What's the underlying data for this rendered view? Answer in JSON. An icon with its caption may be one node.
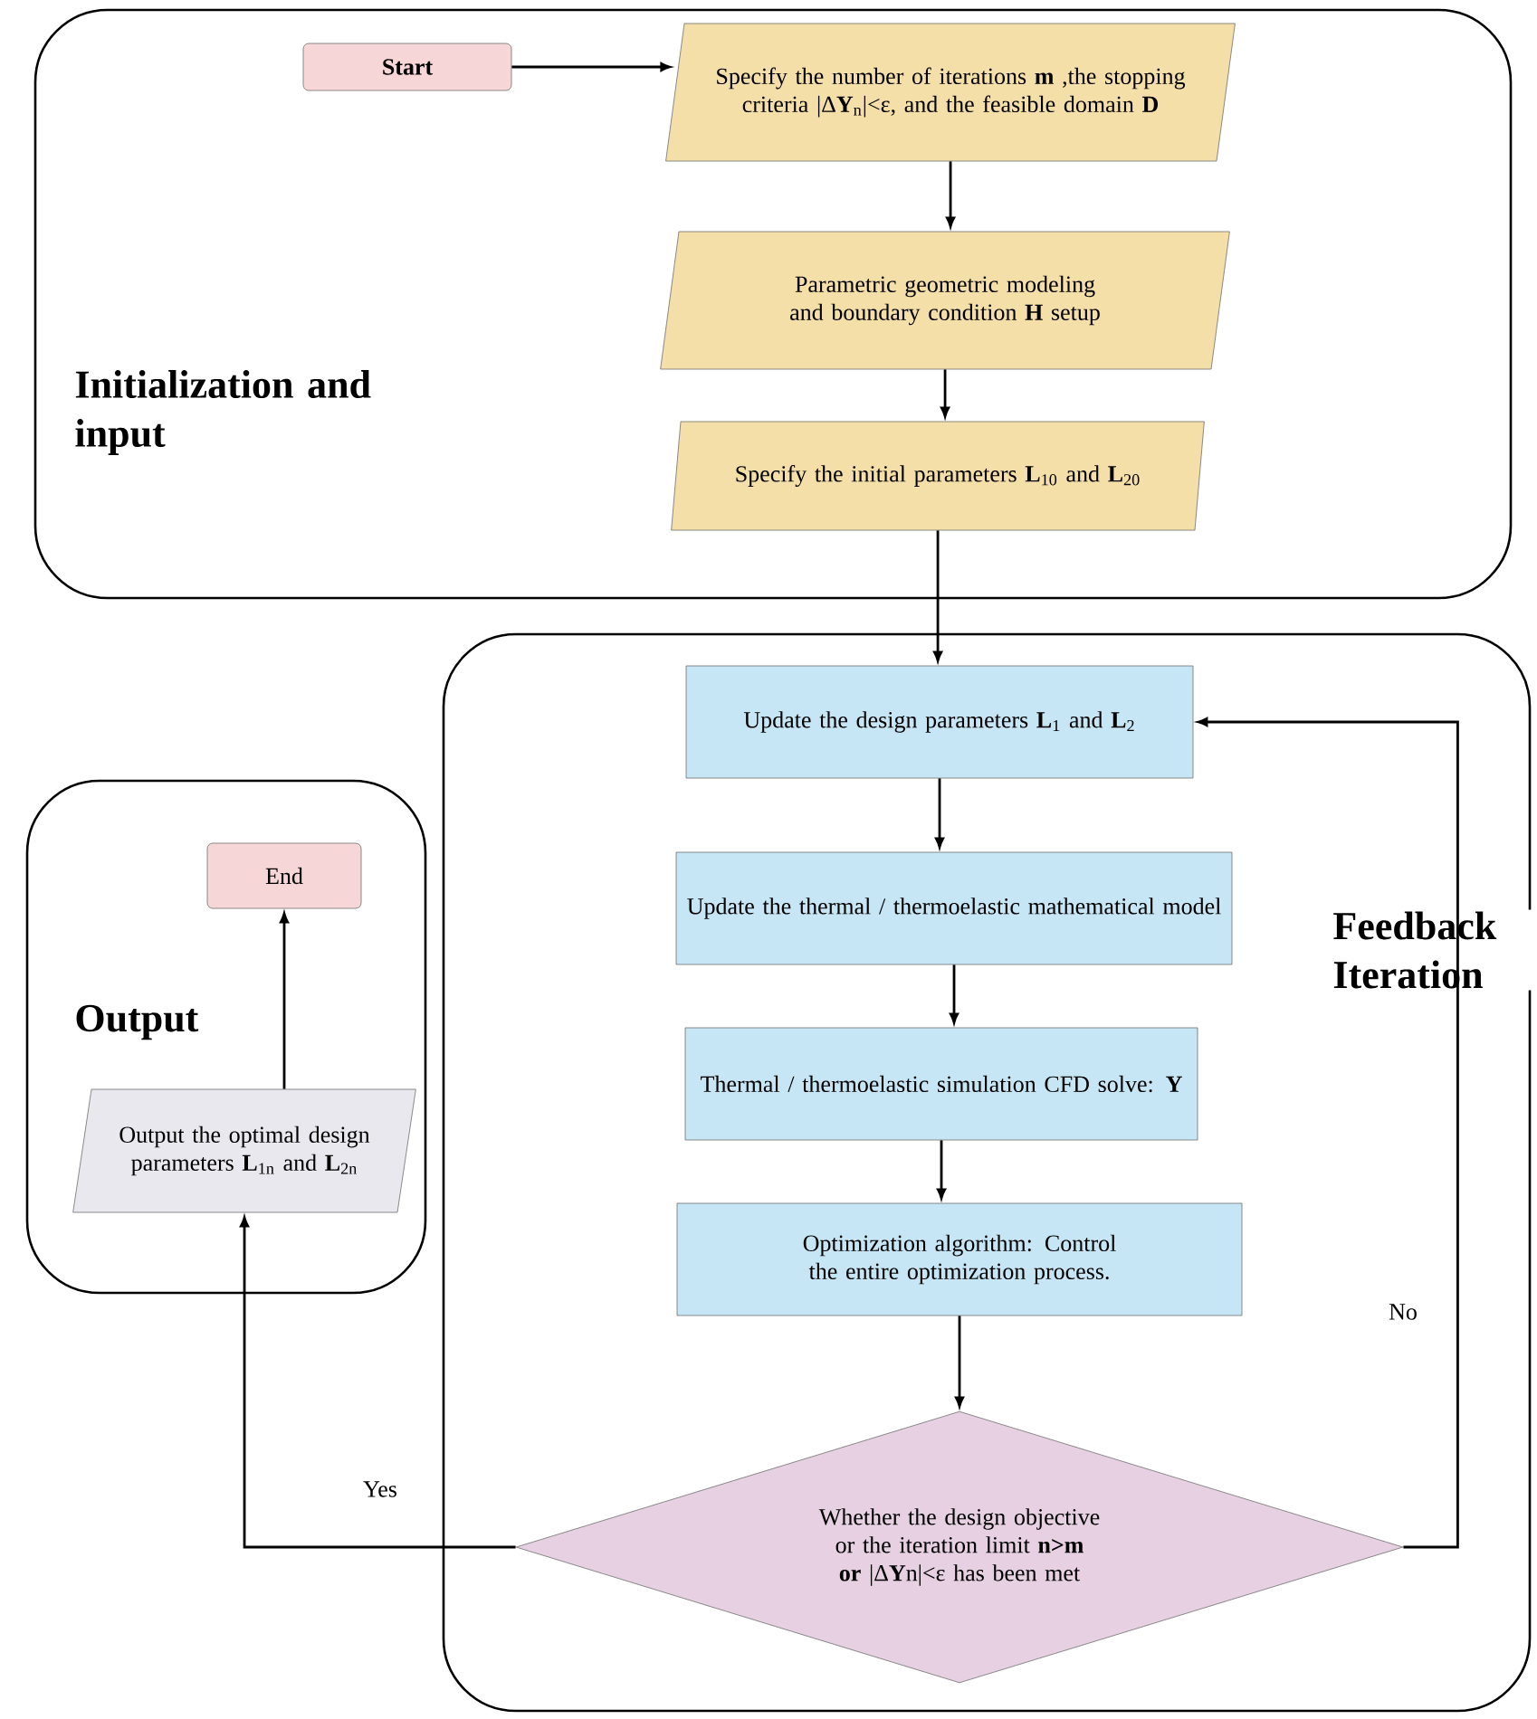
{
  "diagram": {
    "nodes": [
      {
        "text": [
          "Initialization and input"
        ]
      },
      {
        "text": [
          "Start"
        ],
        "in": 0
      },
      {
        "text": [
          "Specify the number of iterations **m** ,the stopping criteria |Δ**Y**$_{n}$|<ε, and the feasible domain **D**"
        ],
        "in": 0
      },
      {
        "text": [
          "Parametric geometric modeling and boundary condition **H** setup"
        ],
        "in": 0
      },
      {
        "text": [
          "Specify the initial parameters **L**$_{10}$ and **L**$_{20}$"
        ],
        "in": 0
      },
      {
        "text": [
          "Feedback Iteration"
        ]
      },
      {
        "text": [
          "Update the design parameters **L**$_{1}$ and **L**$_{2}$"
        ],
        "in": 5
      },
      {
        "text": [
          "Update the thermal / thermoelastic mathematical model"
        ],
        "in": 5
      },
      {
        "text": [
          "Thermal / thermoelastic simulation CFD solve: **Y**"
        ],
        "in": 5
      },
      {
        "text": [
          "Optimization algorithm: Control the entire optimization process."
        ],
        "in": 5
      },
      {
        "text": [
          "Whether the design objective or the iteration limit **n>m or** |Δ**Y**n|<ε has been met"
        ],
        "in": 5
      },
      {
        "text": [
          "Output"
        ]
      },
      {
        "text": [
          "End"
        ],
        "in": 11
      },
      {
        "text": [
          "Output the optimal design parameters **L**$_{1n}$ and **L**$_{2n}$"
        ],
        "in": 11
      }
    ],
    "edges": [
      {
        "from": 1,
        "to": 2,
        "arrow": "to"
      },
      {
        "from": 2,
        "to": 3,
        "arrow": "to"
      },
      {
        "from": 3,
        "to": 4,
        "arrow": "to"
      },
      {
        "from": 4,
        "to": 6,
        "arrow": "to"
      },
      {
        "from": 6,
        "to": 7,
        "arrow": "to"
      },
      {
        "from": 7,
        "to": 8,
        "arrow": "to"
      },
      {
        "from": 8,
        "to": 9,
        "arrow": "to"
      },
      {
        "from": 9,
        "to": 10,
        "arrow": "to"
      },
      {
        "from": 10,
        "to": 6,
        "arrow": "to",
        "label": "No"
      },
      {
        "from": 10,
        "to": 13,
        "arrow": "to",
        "label": "Yes"
      },
      {
        "from": 13,
        "to": 12,
        "arrow": "to"
      }
    ]
  }
}
